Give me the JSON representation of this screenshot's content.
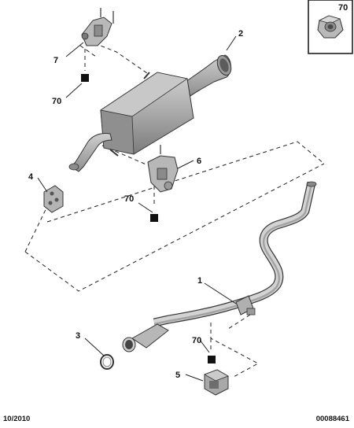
{
  "callouts": {
    "c1": "1",
    "c2": "2",
    "c3": "3",
    "c4": "4",
    "c5": "5",
    "c6": "6",
    "c7": "7",
    "c70_top": "70",
    "c70_mid": "70",
    "c70_low": "70",
    "c70_box": "70"
  },
  "footer": {
    "date": "10/2010",
    "reference": "00088461"
  }
}
